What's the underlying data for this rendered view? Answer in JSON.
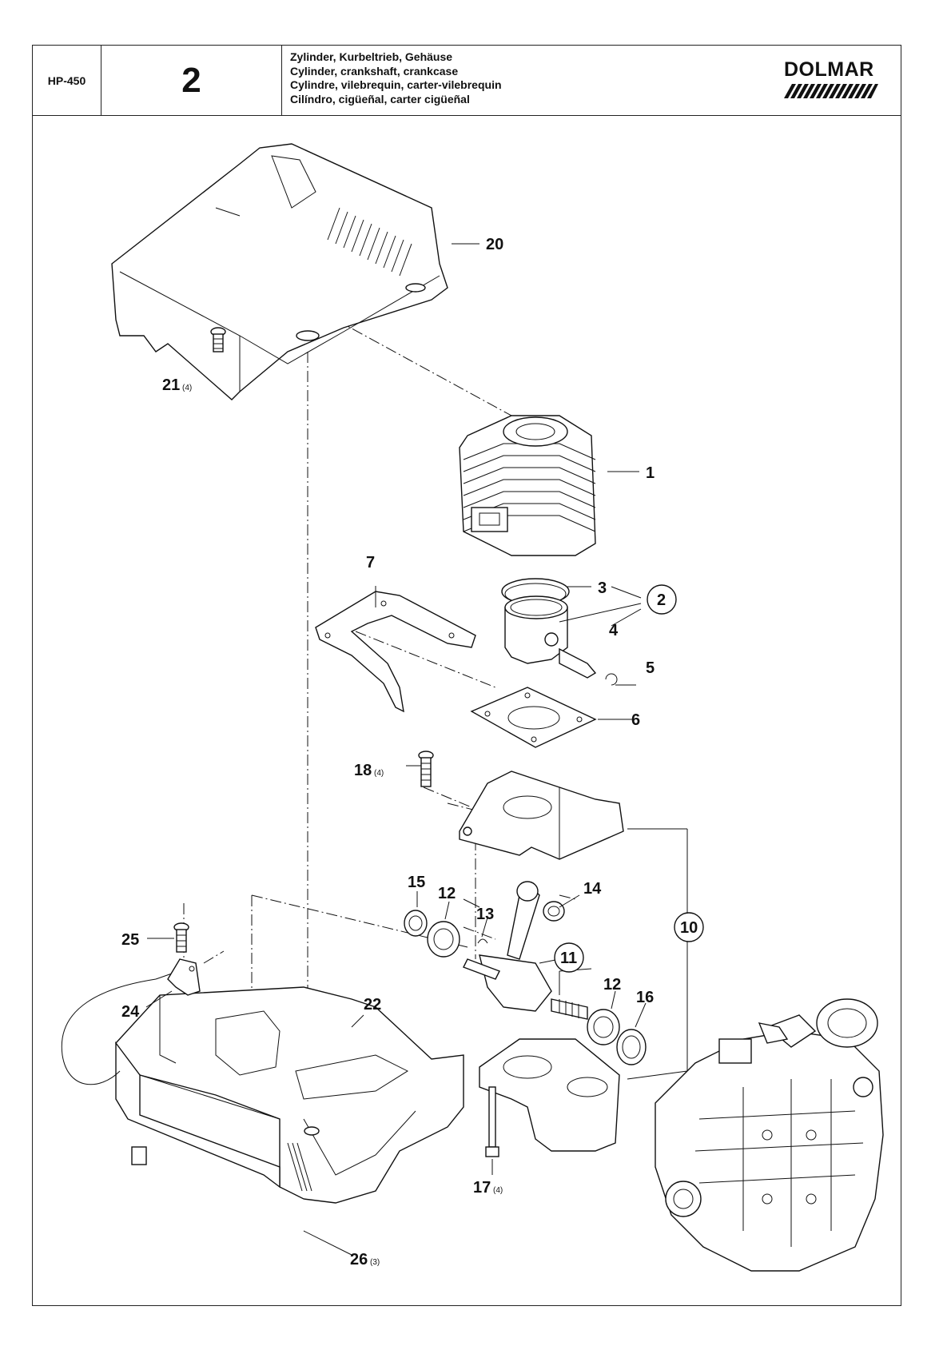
{
  "header": {
    "model": "HP-450",
    "group_number": "2",
    "titles": [
      "Zylinder, Kurbeltrieb, Gehäuse",
      "Cylinder, crankshaft, crankcase",
      "Cylindre, vilebrequin, carter-vilebrequin",
      "Cilíndro, cigüeñal, carter cigüeñal"
    ],
    "brand": "DOLMAR"
  },
  "callouts": {
    "c1": "1",
    "c2": "2",
    "c3": "3",
    "c4": "4",
    "c5": "5",
    "c6": "6",
    "c7": "7",
    "c10": "10",
    "c11": "11",
    "c12a": "12",
    "c12b": "12",
    "c13": "13",
    "c14": "14",
    "c15": "15",
    "c16": "16",
    "c17": "17",
    "c17q": "(4)",
    "c18": "18",
    "c18q": "(4)",
    "c20": "20",
    "c21": "21",
    "c21q": "(4)",
    "c22": "22",
    "c24": "24",
    "c25": "25",
    "c26": "26",
    "c26q": "(3)"
  },
  "colors": {
    "line": "#111111",
    "background": "#ffffff"
  }
}
